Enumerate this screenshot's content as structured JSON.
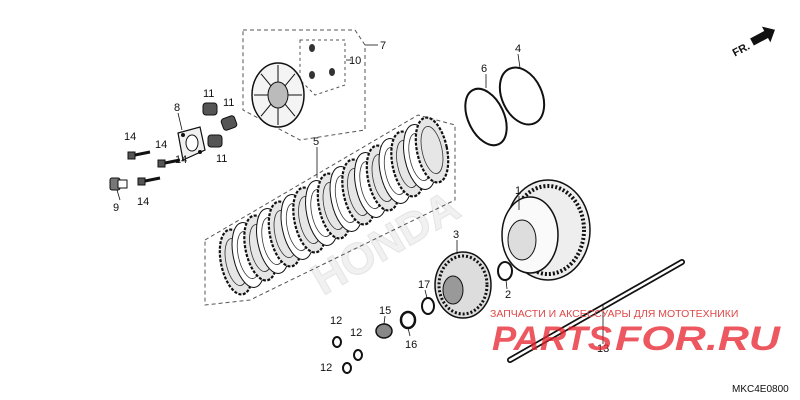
{
  "diagram": {
    "code": "MKC4E0800",
    "direction": "FR.",
    "callouts": [
      "1",
      "2",
      "3",
      "4",
      "5",
      "6",
      "7",
      "8",
      "9",
      "10",
      "11",
      "11",
      "11",
      "12",
      "12",
      "12",
      "13",
      "14",
      "14",
      "14",
      "14",
      "15",
      "16",
      "17"
    ]
  },
  "watermark": {
    "tagline": "ЗАПЧАСТИ И АКСЕССУАРЫ ДЛЯ МОТОТЕХНИКИ",
    "brand_prefix": "PARTS",
    "brand_suffix": "FOR.RU",
    "background_logo": "HONDA",
    "colors": {
      "tagline": "#e04848",
      "brand": "#e8202a"
    }
  }
}
